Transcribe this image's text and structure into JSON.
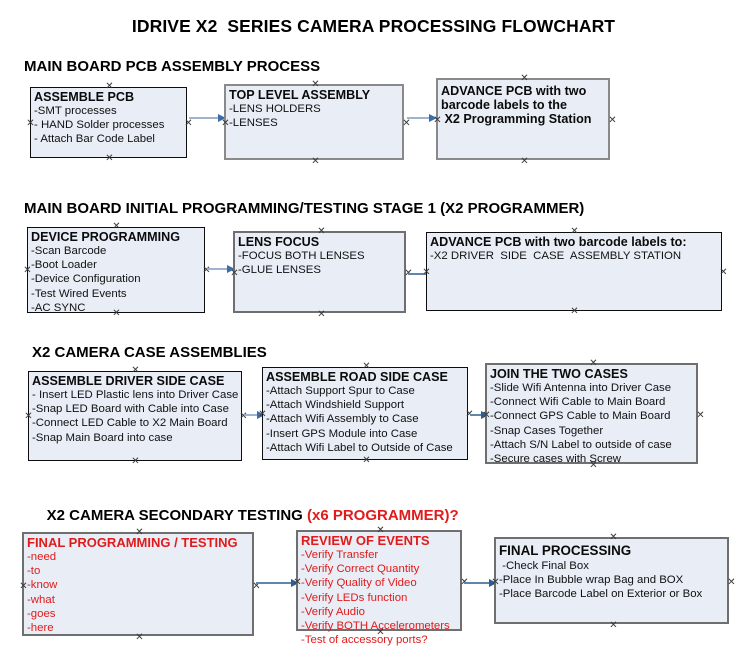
{
  "title": "IDRIVE X2  SERIES CAMERA PROCESSING FLOWCHART",
  "colors": {
    "box_fill": "#e8edf6",
    "box_border_dark": "#0d0d0d",
    "box_border_gray": "#8a8a8a",
    "accent_red": "#e01b1b",
    "arrow": "#9fb4cc",
    "arrowhead": "#3a6ea5",
    "text": "#111111",
    "background": "#ffffff"
  },
  "sections": [
    {
      "id": "main-board-pcb-assembly-process",
      "heading": "MAIN BOARD PCB ASSEMBLY PROCESS",
      "heading_suffix": "",
      "boxes": [
        {
          "id": "assemble-pcb",
          "title": "ASSEMBLE PCB",
          "lines": [
            "-SMT processes",
            "- HAND Solder processes",
            "- Attach Bar Code Label"
          ]
        },
        {
          "id": "top-level-assembly",
          "title": "TOP LEVEL ASSEMBLY",
          "lines": [
            "-LENS HOLDERS",
            "-LENSES"
          ]
        },
        {
          "id": "advance-pcb-to-x2-programming-station",
          "title": "ADVANCE PCB with two",
          "lines": [
            "barcode labels to the",
            " X2 Programming Station"
          ]
        }
      ]
    },
    {
      "id": "main-board-initial-programming-testing-stage-1",
      "heading": "MAIN BOARD INITIAL PROGRAMMING/TESTING STAGE 1 (X2 PROGRAMMER)",
      "heading_suffix": "",
      "boxes": [
        {
          "id": "device-programming",
          "title": "DEVICE PROGRAMMING",
          "lines": [
            "-Scan Barcode",
            "-Boot Loader",
            "-Device Configuration",
            "-Test Wired Events",
            "-AC SYNC"
          ]
        },
        {
          "id": "lens-focus",
          "title": "LENS FOCUS",
          "lines": [
            "-FOCUS BOTH LENSES",
            "-GLUE LENSES"
          ]
        },
        {
          "id": "advance-pcb-to-driver-side-case-assembly",
          "title": "ADVANCE PCB with two barcode labels to:",
          "lines": [
            "-X2 DRIVER  SIDE  CASE  ASSEMBLY STATION"
          ]
        }
      ]
    },
    {
      "id": "x2-camera-case-assemblies",
      "heading": "X2 CAMERA CASE ASSEMBLIES",
      "heading_suffix": "",
      "boxes": [
        {
          "id": "assemble-driver-side-case",
          "title": "ASSEMBLE DRIVER SIDE CASE",
          "lines": [
            "- Insert LED Plastic lens into Driver Case",
            "-Snap LED Board with Cable into Case",
            "-Connect LED Cable to X2 Main Board",
            "-Snap Main Board into case"
          ]
        },
        {
          "id": "assemble-road-side-case",
          "title": "ASSEMBLE ROAD SIDE CASE",
          "lines": [
            "-Attach Support Spur to Case",
            "-Attach Windshield Support",
            "-Attach Wifi Assembly to Case",
            "-Insert GPS Module into Case",
            "-Attach Wifi Label to Outside of Case"
          ]
        },
        {
          "id": "join-the-two-cases",
          "title": "JOIN THE TWO CASES",
          "lines": [
            "-Slide Wifi Antenna into Driver Case",
            "-Connect Wifi Cable to Main Board",
            "-Connect GPS Cable to Main Board",
            "-Snap Cases Together",
            "-Attach S/N Label to outside of case",
            "-Secure cases with Screw"
          ]
        }
      ]
    },
    {
      "id": "x2-camera-secondary-testing",
      "heading": "X2 CAMERA SECONDARY TESTING ",
      "heading_suffix": "(x6 PROGRAMMER)?",
      "boxes": [
        {
          "id": "final-programming-testing",
          "title": "FINAL PROGRAMMING / TESTING",
          "lines": [
            "-need",
            "-to",
            "-know",
            "-what",
            "-goes",
            "-here"
          ]
        },
        {
          "id": "review-of-events",
          "title": "REVIEW OF EVENTS",
          "lines": [
            "-Verify Transfer",
            "-Verify Correct Quantity",
            "-Verify Quality of Video",
            "-Verify LEDs function",
            "-Verify Audio",
            "-Verify BOTH Accelerometers",
            "-Test of accessory ports?"
          ]
        },
        {
          "id": "final-processing",
          "title": "FINAL PROCESSING",
          "lines": [
            " -Check Final Box",
            "-Place In Bubble wrap Bag and BOX",
            "-Place Barcode Label on Exterior or Box"
          ]
        }
      ]
    }
  ]
}
